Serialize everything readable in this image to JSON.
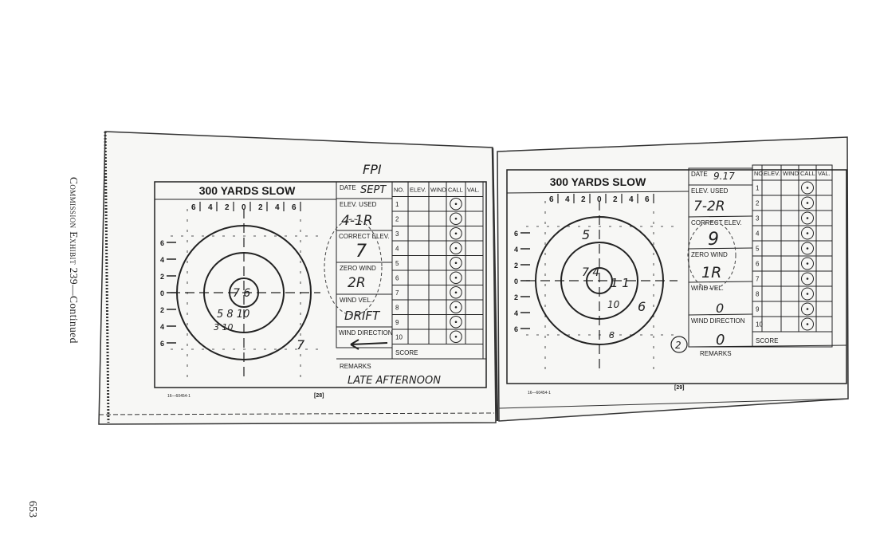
{
  "caption": {
    "prefix": "Commission",
    "exhibit": "Exhibit",
    "number_text": "239—Continued"
  },
  "page_number": "653",
  "left_card": {
    "title": "300 YARDS SLOW",
    "scale_top": [
      "6",
      "4",
      "2",
      "0",
      "2",
      "4",
      "6"
    ],
    "scale_side": [
      "6",
      "4",
      "2",
      "0",
      "2",
      "4",
      "6"
    ],
    "labels": {
      "date": "DATE",
      "elev_used": "ELEV. USED",
      "correct_elev": "CORRECT ELEV.",
      "zero_wind": "ZERO WIND",
      "wind_vel": "WIND VEL.",
      "wind_direction": "WIND DIRECTION",
      "remarks": "REMARKS",
      "score": "SCORE"
    },
    "table_headers": [
      "NO.",
      "ELEV.",
      "WIND",
      "CALL",
      "VAL."
    ],
    "rows": [
      "1",
      "2",
      "3",
      "4",
      "5",
      "6",
      "7",
      "8",
      "9",
      "10"
    ],
    "handwritten": {
      "top_note": "FPI",
      "date": "SEPT",
      "elev_used": "4-1R",
      "correct_elev": "7",
      "zero_wind": "2R",
      "wind_vel": "DRIFT",
      "remarks": "LATE AFTERNOON"
    },
    "form_number": "16—60454-1",
    "page_label": "[28]"
  },
  "right_card": {
    "title": "300 YARDS SLOW",
    "scale_top": [
      "6",
      "4",
      "2",
      "0",
      "2",
      "4",
      "6"
    ],
    "scale_side": [
      "6",
      "4",
      "2",
      "0",
      "2",
      "4",
      "6"
    ],
    "labels": {
      "date": "DATE",
      "elev_used": "ELEV. USED",
      "correct_elev": "CORRECT ELEV.",
      "zero_wind": "ZERO WIND",
      "wind_vel": "WIND VEL.",
      "wind_direction": "WIND DIRECTION",
      "remarks": "REMARKS",
      "score": "SCORE"
    },
    "table_headers": [
      "NO.",
      "ELEV.",
      "WIND",
      "CALL",
      "VAL."
    ],
    "rows": [
      "1",
      "2",
      "3",
      "4",
      "5",
      "6",
      "7",
      "8",
      "9",
      "10"
    ],
    "handwritten": {
      "date": "9.17",
      "elev_used": "7-2R",
      "correct_elev": "9",
      "zero_wind": "1R",
      "wind_vel": "0",
      "wind_direction": "0",
      "circled_mark": "2"
    },
    "form_number": "16—60454-1",
    "page_label": "[29]"
  }
}
